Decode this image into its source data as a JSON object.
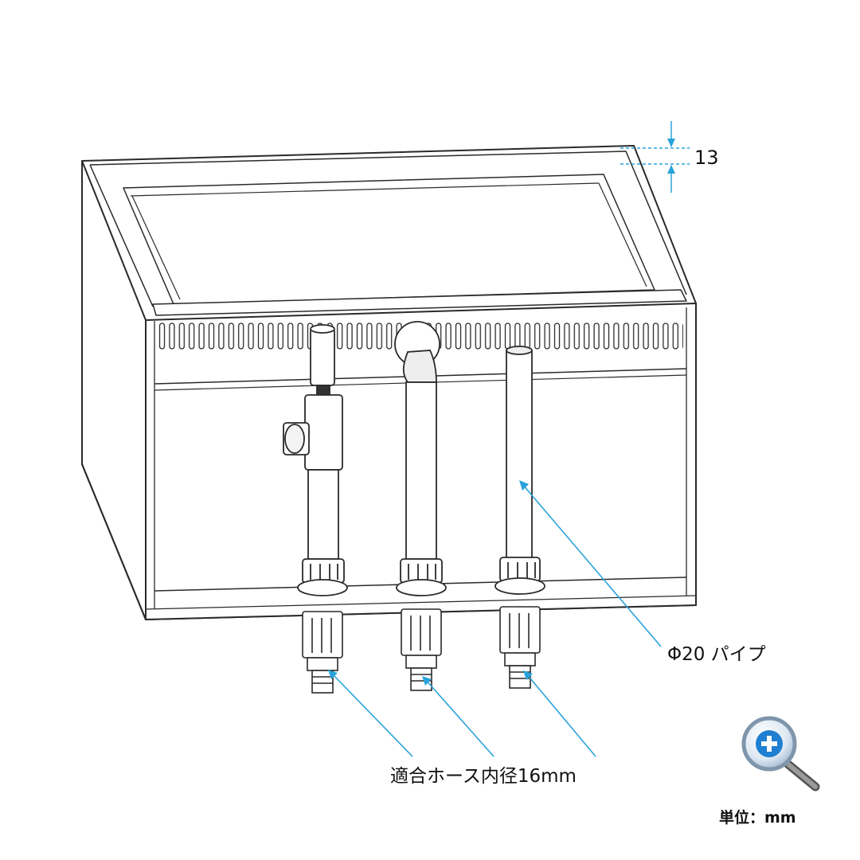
{
  "dimension": {
    "value": "13"
  },
  "labels": {
    "pipe": "Φ20 パイプ",
    "hose": "適合ホース内径16mm",
    "unit": "単位：mm"
  },
  "zoom": {
    "icon": "zoom-in-icon"
  },
  "colors": {
    "line": "#2a2a2a",
    "callout": "#29a3da",
    "icon_blue": "#1f7fd0"
  }
}
